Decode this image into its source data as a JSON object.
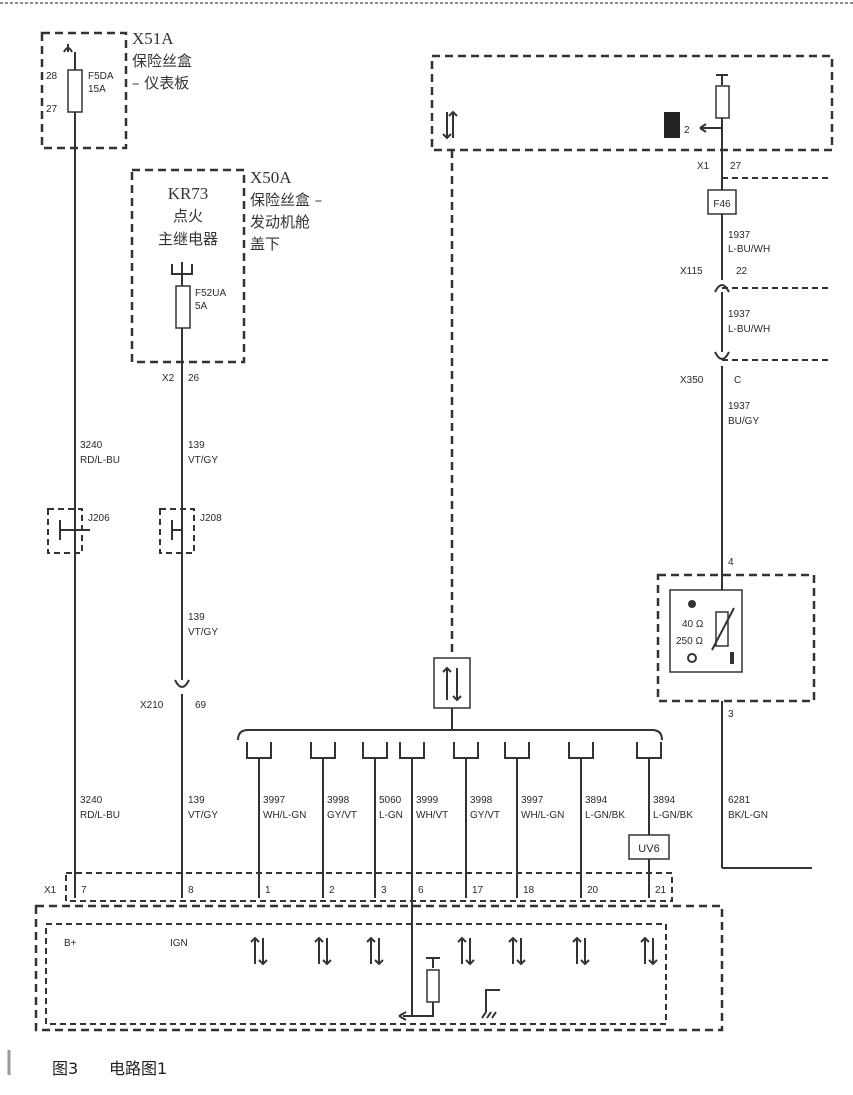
{
  "fuse_box_ip": {
    "id": "X51A",
    "name_lines": [
      "保险丝盒",
      "– 仪表板"
    ],
    "pin_top": "28",
    "pin_bottom": "27",
    "fuse": "F5DA",
    "rating": "15A"
  },
  "fuse_box_engine": {
    "id": "X50A",
    "name_lines": [
      "保险丝盒 –",
      "发动机舱",
      "盖下"
    ],
    "relay_lines": [
      "KR73",
      "点火",
      "主继电器"
    ],
    "fuse": "F52UA",
    "rating": "5A",
    "connector": "X2",
    "pin": "26"
  },
  "wire_left": {
    "circuit": "3240",
    "color": "RD/L-BU",
    "splice": "J206"
  },
  "wire_ign": {
    "circuit": "139",
    "color": "VT/GY",
    "splice": "J208",
    "connector": "X210",
    "pin": "69"
  },
  "module_connector": "X1",
  "module_pins": [
    {
      "pin": "7",
      "circuit": "3240",
      "color": "RD/L-BU"
    },
    {
      "pin": "8",
      "circuit": "139",
      "color": "VT/GY"
    },
    {
      "pin": "1",
      "circuit": "3997",
      "color": "WH/L-GN"
    },
    {
      "pin": "2",
      "circuit": "3998",
      "color": "GY/VT"
    },
    {
      "pin": "3",
      "circuit": "5060",
      "color": "L-GN"
    },
    {
      "pin": "6",
      "circuit": "3999",
      "color": "WH/VT"
    },
    {
      "pin": "17",
      "circuit": "3998",
      "color": "GY/VT"
    },
    {
      "pin": "18",
      "circuit": "3997",
      "color": "WH/L-GN"
    },
    {
      "pin": "20",
      "circuit": "3894",
      "color": "L-GN/BK"
    },
    {
      "pin": "21",
      "circuit": "3894",
      "color": "L-GN/BK"
    }
  ],
  "module_labels": {
    "bplus": "B+",
    "ign": "IGN"
  },
  "uv_label": "UV6",
  "right_circuit": {
    "x1": "X1",
    "x1_pin": "27",
    "fuse": "F46",
    "seg1_circuit": "1937",
    "seg1_color": "L-BU/WH",
    "x115": "X115",
    "x115_pin": "22",
    "seg2_circuit": "1937",
    "seg2_color": "L-BU/WH",
    "x350": "X350",
    "x350_pin": "C",
    "seg3_circuit": "1937",
    "seg3_color": "BU/GY",
    "sensor_pin_top": "4",
    "sensor_pin_bottom": "3",
    "sensor_values": [
      "40 Ω",
      "250 Ω"
    ],
    "out_circuit": "6281",
    "out_color": "BK/L-GN",
    "pump_pin": "2"
  },
  "caption": {
    "figure": "图3",
    "title": "电路图1"
  }
}
